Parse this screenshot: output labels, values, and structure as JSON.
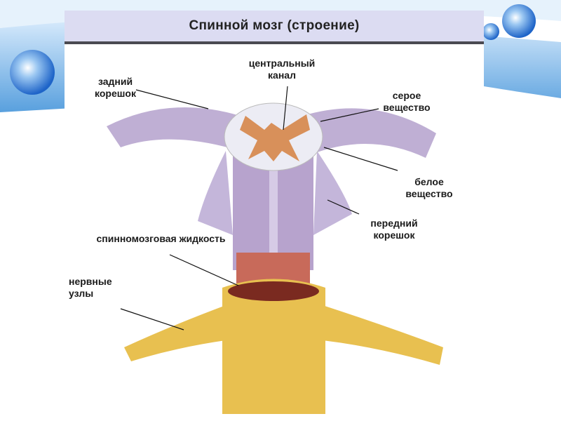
{
  "title": "Спинной мозг (строение)",
  "labels": {
    "dorsal_root": "задний корешок",
    "central_canal": "центральный канал",
    "gray_matter": "серое вещество",
    "white_matter": "белое вещество",
    "ventral_root": "передний корешок",
    "csf": "спинномозговая жидкость",
    "ganglia": "нервные узлы"
  },
  "colors": {
    "title_bar": "#dcdcf2",
    "nerve_purple": "#b8a6cf",
    "gray_matter": "#d8905a",
    "meninges_yellow": "#e8c050",
    "csf_red": "#c86a5a",
    "slide_blue": "#3b8fd8"
  }
}
